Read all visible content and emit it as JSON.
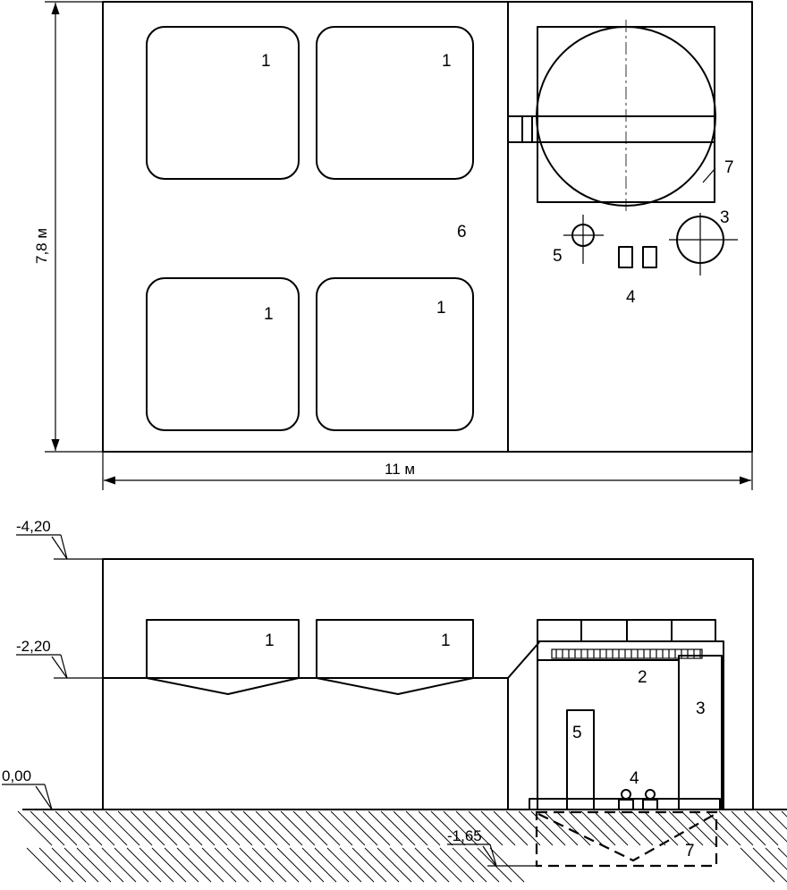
{
  "dimensions": {
    "width": "11 м",
    "height": "7,8 м"
  },
  "levels": {
    "top": "-4,20",
    "mid": "-2,20",
    "ground": "0,00",
    "pit": "-1,65"
  },
  "plan_labels": {
    "basin_1": "1",
    "basin_2": "1",
    "basin_3": "1",
    "basin_4": "1",
    "hall": "6",
    "pit": "7",
    "item_3": "3",
    "item_4": "4",
    "item_5": "5"
  },
  "section_labels": {
    "basin_1": "1",
    "basin_2": "1",
    "item_2": "2",
    "item_3": "3",
    "item_4": "4",
    "item_5": "5",
    "pit": "7"
  }
}
